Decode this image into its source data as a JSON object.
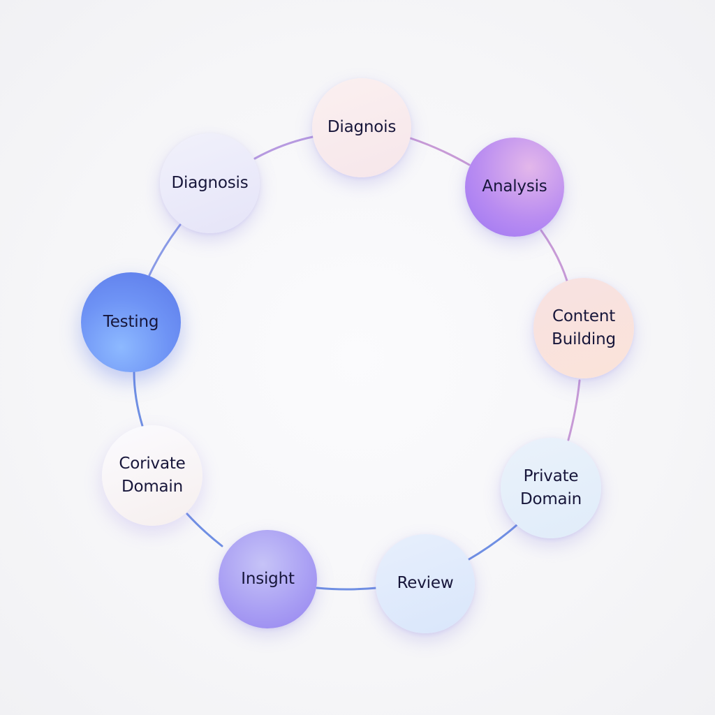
{
  "diagram": {
    "nodes": [
      {
        "id": "n-top",
        "label": "Diagnois"
      },
      {
        "id": "n-diag",
        "label": "Diagnosis"
      },
      {
        "id": "n-analysis",
        "label": "Analysis"
      },
      {
        "id": "n-testing",
        "label": "Testing"
      },
      {
        "id": "n-content",
        "label": "Content\nBuilding"
      },
      {
        "id": "n-corivate",
        "label": "Corivate\nDomain"
      },
      {
        "id": "n-private",
        "label": "Private\nDomain"
      },
      {
        "id": "n-insight",
        "label": "Insight"
      },
      {
        "id": "n-review",
        "label": "Review"
      }
    ],
    "colors": {
      "ring_purple": "#b79ae0",
      "ring_blue": "#6f8fe3",
      "ring_pink": "#c79ad6",
      "label_text": "#17163a"
    }
  }
}
